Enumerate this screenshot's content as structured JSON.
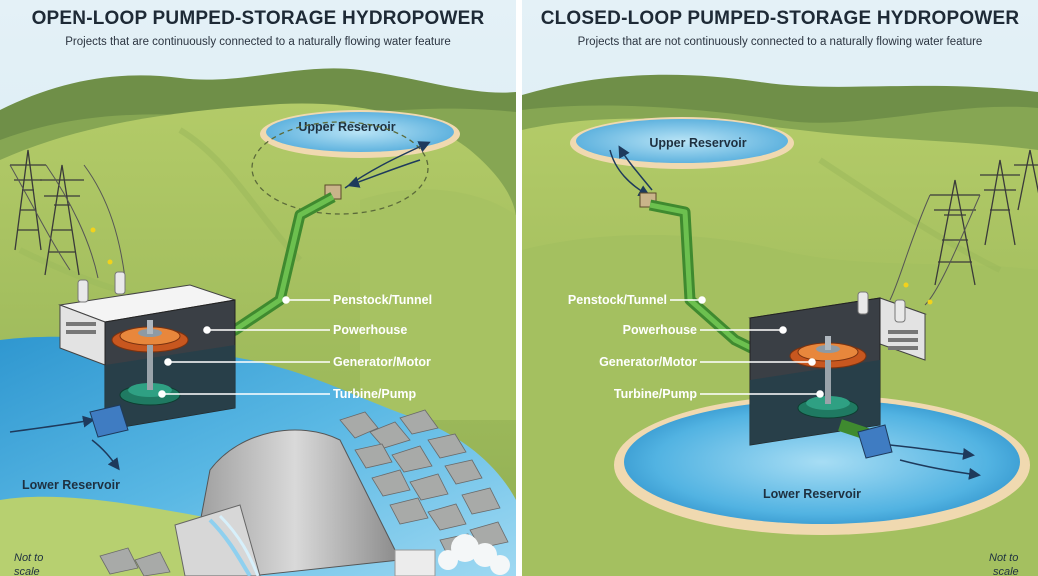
{
  "colors": {
    "sky": "#d9ecf4",
    "hill_dark": "#6f8f45",
    "hill_mid": "#93b457",
    "hill_light": "#b4cc6a",
    "water": "#43a9dc",
    "water_light": "#8fd0ef",
    "penstock": "#4c9a3a",
    "powerhouse": "#eeeeee",
    "divider": "#ffffff"
  },
  "open_loop": {
    "title": "OPEN-LOOP PUMPED-STORAGE HYDROPOWER",
    "subtitle": "Projects that are continuously connected to a naturally flowing water feature",
    "upper_reservoir": "Upper Reservoir",
    "lower_reservoir": "Lower Reservoir",
    "penstock": "Penstock/Tunnel",
    "powerhouse": "Powerhouse",
    "generator": "Generator/Motor",
    "turbine": "Turbine/Pump",
    "note_line1": "Not to",
    "note_line2": "scale"
  },
  "closed_loop": {
    "title": "CLOSED-LOOP PUMPED-STORAGE HYDROPOWER",
    "subtitle": "Projects that are not continuously connected to a naturally flowing water feature",
    "upper_reservoir": "Upper Reservoir",
    "lower_reservoir": "Lower Reservoir",
    "penstock": "Penstock/Tunnel",
    "powerhouse": "Powerhouse",
    "generator": "Generator/Motor",
    "turbine": "Turbine/Pump",
    "note_line1": "Not to",
    "note_line2": "scale"
  }
}
